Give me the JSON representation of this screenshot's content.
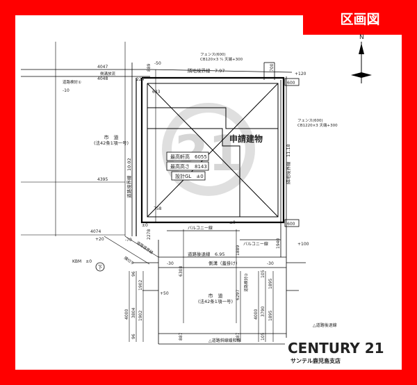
{
  "badge": {
    "label": "区画図"
  },
  "plan": {
    "building_label": "申請建物",
    "boxes": [
      "最高軒高　6055",
      "最高高さ　8143",
      "設計GL　±0"
    ],
    "fence_top": [
      "フェンス(600)",
      "CB120×3 ¼ 天端+300"
    ],
    "fence_right": [
      "フェンス(600)",
      "CB1220×3 天端+300"
    ],
    "boundary_top": "隣地境界線　7.97",
    "boundary_right": "隣地境界線　11.18",
    "boundary_left": "道路境界線　10.02",
    "road_boundary_bottom": "道路後退線　6.95",
    "city_road_left": [
      "市　道",
      "(法42条1項一号)"
    ],
    "city_road_bottom": [
      "市　道",
      "(法42条1項一号)"
    ],
    "side_ditch_top": "側溝放流",
    "side_ditch_bottom": "側溝（蓋掛け）",
    "road_center_left": "道路検討①",
    "road_center_right": "道路検討②",
    "balcony_1": "バルコニー線",
    "balcony_2": "バルコニー線",
    "retreat_line": "△道路後退線",
    "opposite_line": "△道路斜線緩和線",
    "corner_cut": "道路境界線",
    "corner_cut_2": "隅切り",
    "km": "KBM　±0",
    "north": "N",
    "dims": {
      "d4047": "4047",
      "d4048": "4048",
      "d10": "-10",
      "d4395": "4395",
      "d4074": "4074",
      "d633": "633",
      "d758": "758",
      "d600a": "600",
      "d600b": "600",
      "d889": "889",
      "d700": "700",
      "d120": "+120",
      "d100": "+100",
      "d50": "-50",
      "d30a": "-30",
      "d30b": "-30",
      "d224": "224",
      "d2278": "2278",
      "d1940": "1940",
      "d4000a": "4000",
      "d3804": "3804",
      "d1902a": "1902",
      "d1902b": "1902",
      "d96a": "96",
      "d96b": "96",
      "d4000b": "4000",
      "d3790": "3790",
      "d1895a": "1895",
      "d1895b": "1895",
      "d105a": "105",
      "d105b": "105",
      "d6297": "6297",
      "d1889": "1889",
      "d887a": "887",
      "d887b": "887",
      "d6308": "6308",
      "d20": "+20",
      "d50b": "+50",
      "d70": "-70",
      "d0a": "±0",
      "d0b": "±0"
    }
  },
  "brand": {
    "name": "CENTURY 21",
    "branch": "サンテル鹿児島支店"
  }
}
